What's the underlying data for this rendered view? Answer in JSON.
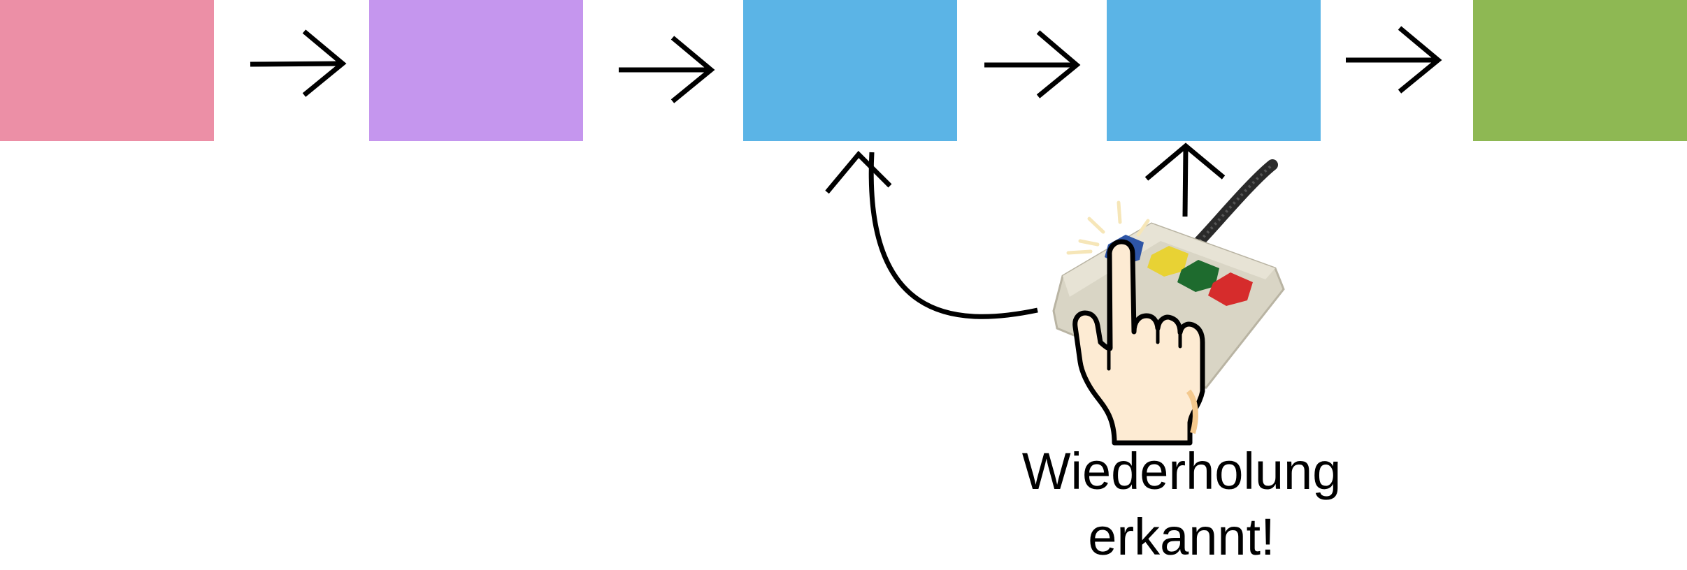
{
  "diagram": {
    "boxes": [
      {
        "id": "box-1",
        "color": "#EC8FA6"
      },
      {
        "id": "box-2",
        "color": "#C596EE"
      },
      {
        "id": "box-3",
        "color": "#5BB4E6"
      },
      {
        "id": "box-4",
        "color": "#5BB4E6"
      },
      {
        "id": "box-5",
        "color": "#8EB853"
      }
    ],
    "arrow_color": "#000000",
    "controller": {
      "icon": "button-controller-icon",
      "button_colors": [
        "#2E55A6",
        "#E8D234",
        "#1E6B2E",
        "#D62C2C"
      ],
      "body_color": "#D9D5C5",
      "cable_color": "#2A2A2A"
    },
    "hand_icon": "pointing-hand-icon",
    "caption": {
      "line1": "Wiederholung",
      "line2": "erkannt!"
    }
  }
}
